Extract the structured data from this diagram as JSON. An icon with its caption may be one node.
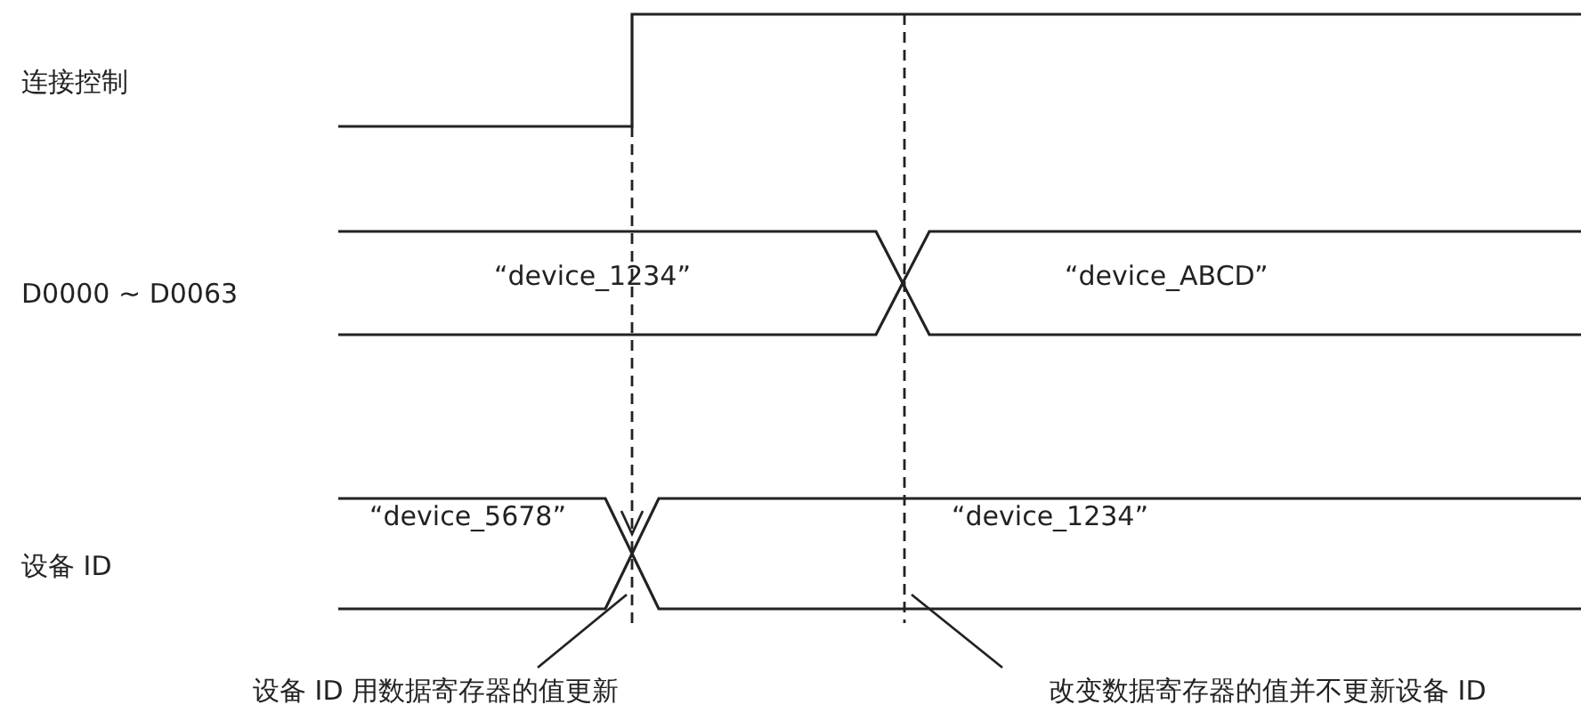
{
  "diagram": {
    "nodes": [
      {
        "text": [
          "设备 ID 用数据寄存器的值更新"
        ]
      },
      {
        "text": [
          "改变数据寄存器的值并不更新设备 ID"
        ]
      }
    ],
    "edges": [
      {
        "from": 0,
        "to": null,
        "arrow": "none"
      },
      {
        "from": 1,
        "to": null,
        "arrow": "none"
      }
    ],
    "labels": [
      "连接控制",
      "D0000 ~ D0063",
      "“device_1234”",
      "“device_ABCD”",
      "设备 ID",
      "“device_5678”",
      "“device_1234”"
    ]
  }
}
